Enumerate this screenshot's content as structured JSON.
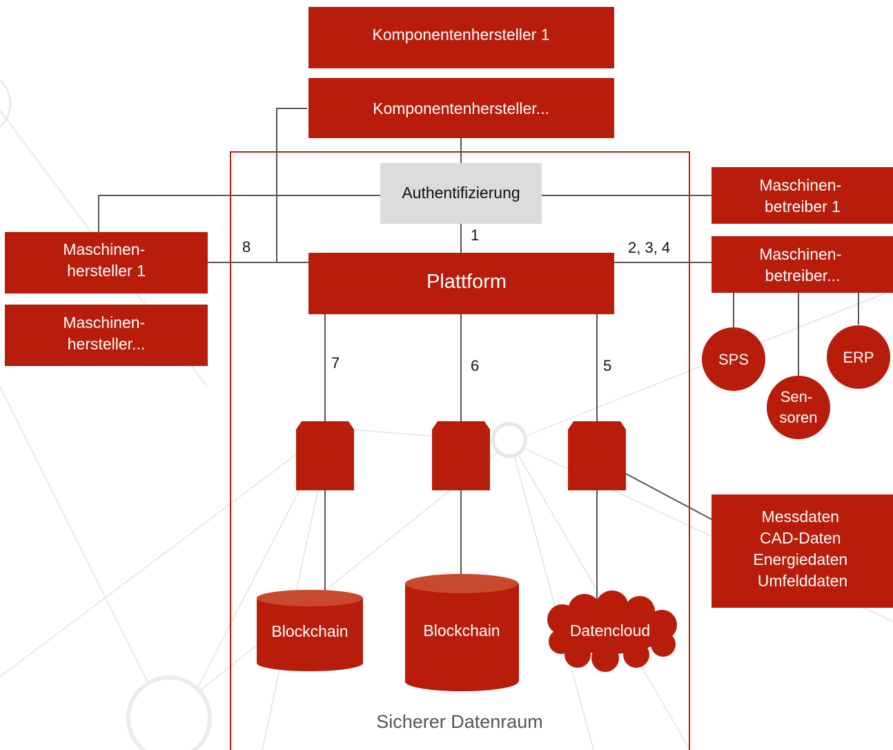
{
  "colors": {
    "primary_red": "#b81c0a",
    "cylinder_top": "#c84a2c",
    "auth_box": "#dcdcdc",
    "connector": "#555555",
    "frame_border": "#b81c0a",
    "background_pattern": "#e9e9e9"
  },
  "component_makers": [
    "Komponentenhersteller 1",
    "Komponentenhersteller..."
  ],
  "auth": "Authentifizierung",
  "platform": "Plattform",
  "machine_makers": [
    [
      "Maschinen-",
      "hersteller 1"
    ],
    [
      "Maschinen-",
      "hersteller..."
    ]
  ],
  "machine_operators": [
    [
      "Maschinen-",
      "betreiber 1"
    ],
    [
      "Maschinen-",
      "betreiber..."
    ]
  ],
  "operator_sources": [
    {
      "label": [
        "SPS"
      ],
      "icon": "circle"
    },
    {
      "label": [
        "Sen-",
        "soren"
      ],
      "icon": "circle"
    },
    {
      "label": [
        "ERP"
      ],
      "icon": "circle"
    }
  ],
  "connection_numbers": {
    "auth_platform": "1",
    "operators": "2, 3, 4",
    "cloud": "5",
    "blockchain_2": "6",
    "blockchain_1": "7",
    "makers": "8"
  },
  "data_types": [
    "Messdaten",
    "CAD-Daten",
    "Energiedaten",
    "Umfelddaten"
  ],
  "storage": [
    {
      "label": "Blockchain",
      "icon": "cylinder"
    },
    {
      "label": "Blockchain",
      "icon": "cylinder"
    },
    {
      "label": "Datencloud",
      "icon": "cloud"
    }
  ],
  "secure_space_label": "Sicherer Datenraum"
}
